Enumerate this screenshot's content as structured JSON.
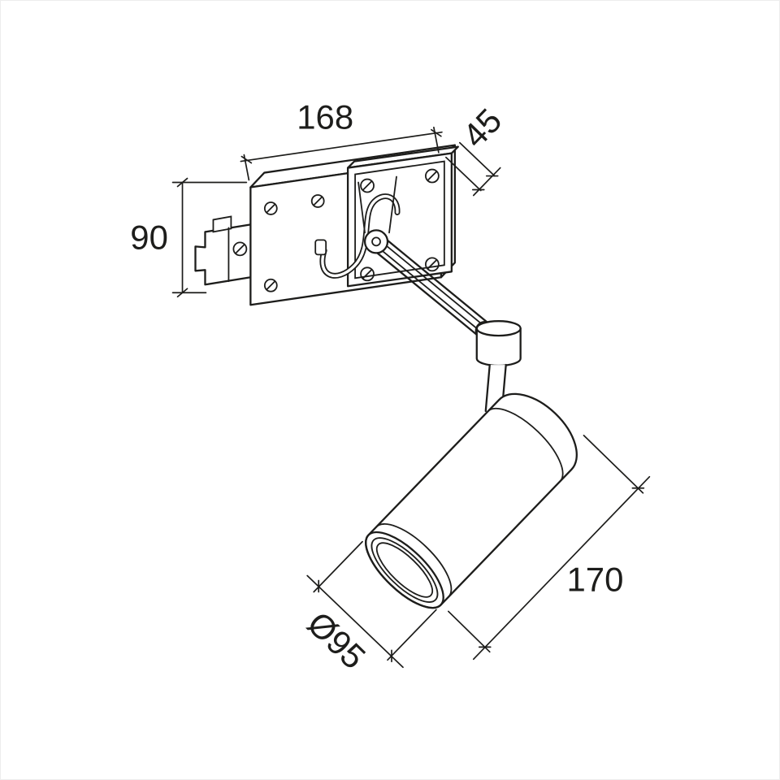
{
  "page": {
    "background_color": "#ffffff",
    "line_color": "#1d1d1b"
  },
  "diagram": {
    "type": "dimensioned technical line drawing",
    "subject": "track-mounted adjustable spotlight with articulated arm and cylindrical lamp head",
    "units_implied": "mm",
    "labels": {
      "width": "168",
      "depth": "45",
      "height": "90",
      "diameter": "Ø95",
      "length": "170"
    }
  }
}
